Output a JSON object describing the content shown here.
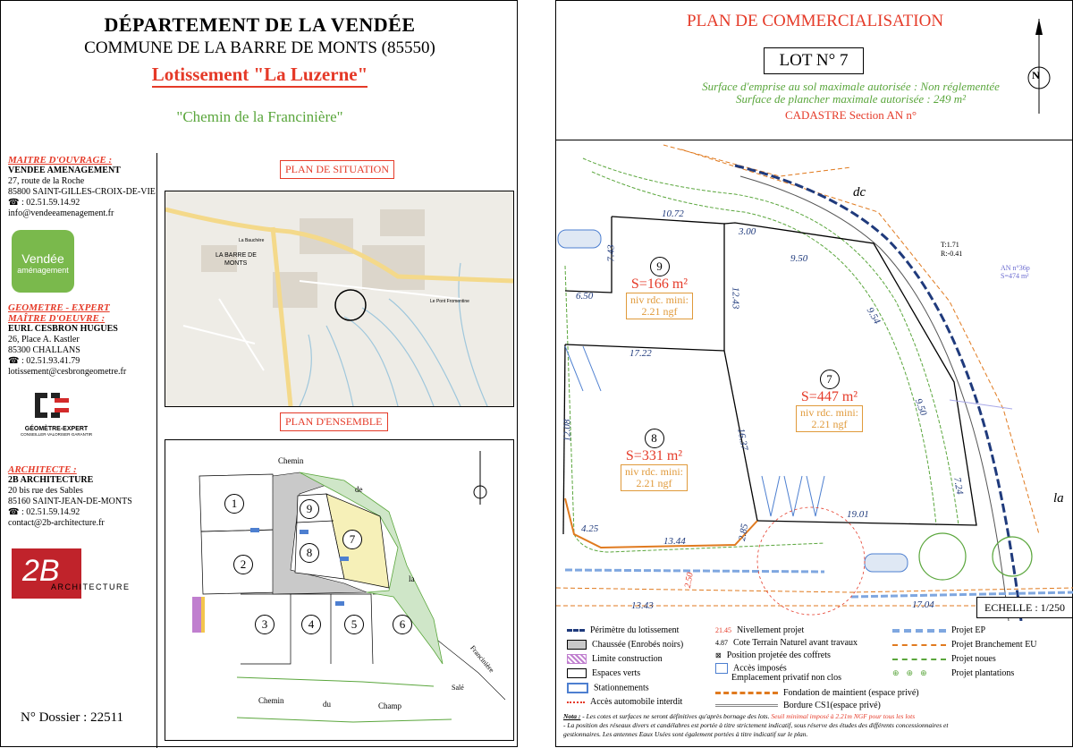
{
  "left": {
    "department": "DÉPARTEMENT DE LA VENDÉE",
    "commune": "COMMUNE DE LA BARRE DE MONTS (85550)",
    "lotissement": "Lotissement \"La  Luzerne\"",
    "chemin": "\"Chemin de la Francinière\"",
    "maitre_ouvrage": {
      "title": "MAITRE D'OUVRAGE :",
      "org": "VENDEE AMENAGEMENT",
      "address1": "27, route de la Roche",
      "address2": "85800 SAINT-GILLES-CROIX-DE-VIE",
      "phone": ": 02.51.59.14.92",
      "email": "info@vendeeamenagement.fr",
      "logo_line1": "Vendée",
      "logo_line2": "aménagement"
    },
    "geometre": {
      "title1": "GEOMETRE - EXPERT",
      "title2": "MAÎTRE D'OEUVRE :",
      "org": "EURL CESBRON HUGUES",
      "address1": "26, Place A. Kastler",
      "address2": "85300 CHALLANS",
      "phone": ": 02.51.93.41.79",
      "email": "lotissement@cesbrongeometre.fr",
      "logo_line1": "GÉOMÈTRE-EXPERT",
      "logo_line2": "CONSEILLER·VALORISER·GARANTIR"
    },
    "architecte": {
      "title": "ARCHITECTE  :",
      "org": "2B ARCHITECTURE",
      "address1": "20 bis rue des Sables",
      "address2": "85160 SAINT-JEAN-DE-MONTS",
      "phone": ": 02.51.59.14.92",
      "email": "contact@2b-architecture.fr",
      "logo_big": "2B",
      "logo_word": "ARCHITECTURE"
    },
    "plan_situation_label": "PLAN DE SITUATION",
    "plan_ensemble_label": "PLAN D'ENSEMBLE",
    "map_labels": {
      "barre": "LA BARRE DE",
      "monts": "MONTS",
      "fromentine": "Le Pont Fromentine",
      "gachere": "La Bauchère"
    },
    "ensemble": {
      "road_chemin": "Chemin",
      "road_du": "du",
      "road_champ": "Champ",
      "road_de": "de",
      "road_la": "la",
      "road_franciniere": "Francinière",
      "road_sale": "Salé",
      "lots": [
        "1",
        "2",
        "3",
        "4",
        "5",
        "6",
        "7",
        "8",
        "9"
      ]
    },
    "dossier": "N° Dossier : 22511"
  },
  "right": {
    "title": "PLAN DE COMMERCIALISATION",
    "lot": "LOT N° 7",
    "emprise": "Surface d'emprise au sol maximale autorisée :  Non réglementée",
    "plancher": "Surface de plancher maximale autorisée :  249 m²",
    "cadastre": "CADASTRE Section AN n°",
    "echelle": "ECHELLE : 1/250",
    "road_de": "dc",
    "road_la": "la",
    "lots": [
      {
        "num": "9",
        "surface": "S=166 m²",
        "niv1": "niv rdc. mini:",
        "niv2": "2.21 ngf"
      },
      {
        "num": "7",
        "surface": "S=447 m²",
        "niv1": "niv rdc. mini:",
        "niv2": "2.21 ngf"
      },
      {
        "num": "8",
        "surface": "S=331 m²",
        "niv1": "niv rdc. mini:",
        "niv2": "2.21 ngf"
      }
    ],
    "dims": {
      "d1072": "10.72",
      "d300": "3.00",
      "d950a": "9.50",
      "d743": "7.43",
      "d1243": "12.43",
      "d954": "9.54",
      "d1722": "17.22",
      "d650": "6.50",
      "d1637": "16.37",
      "d950b": "9.50",
      "d724": "7.24",
      "d1901": "19.01",
      "d1208": "12.08",
      "d425": "4.25",
      "d1344": "13.44",
      "d285": "2.85",
      "d250": "2.50",
      "d1343": "13.43",
      "d1704": "17.04",
      "t171": "T:1.71",
      "r041": "R:-0.41",
      "an36": "AN n°36p",
      "s474": "S=474 m²"
    },
    "legend": {
      "perimetre": "Périmètre du lotissement",
      "chaussee": "Chaussée (Enrobés noirs)",
      "limite": "Limite construction",
      "espaces": "Espaces verts",
      "stationnements": "Stationnements",
      "acces_interdit": "Accès automobile interdit",
      "nivellement_val": "21.45",
      "nivellement": "Nivellement projet",
      "cote_val": "4.87",
      "cote": "Cote Terrain Naturel avant travaux",
      "coffrets": "Position projetée des coffrets",
      "acces_imposes": "Accès imposés",
      "emplacement": "Emplacement privatif non clos",
      "fondation": "Fondation de maintient (espace privé)",
      "bordure": "Bordure CS1(espace privé)",
      "projet_ep": "Projet EP",
      "branchement": "Projet Branchement EU",
      "noues": "Projet noues",
      "plantations": "Projet plantations"
    },
    "notes": {
      "label": "Nota :",
      "line1a": "- Les cotes et surfaces ne seront définitives qu'après bornage des lots.",
      "line1b": "Seuil minimal imposé à 2.21m NGF pour tous les lots",
      "line2": "- La position des réseaux divers et candélabres est portée à titre strictement indicatif, sous réserve des études des différents concessionnaires et",
      "line3": "gestionnaires. Les antennes Eaux Usées sont également portées à titre indicatif sur le plan."
    },
    "north": "N"
  }
}
